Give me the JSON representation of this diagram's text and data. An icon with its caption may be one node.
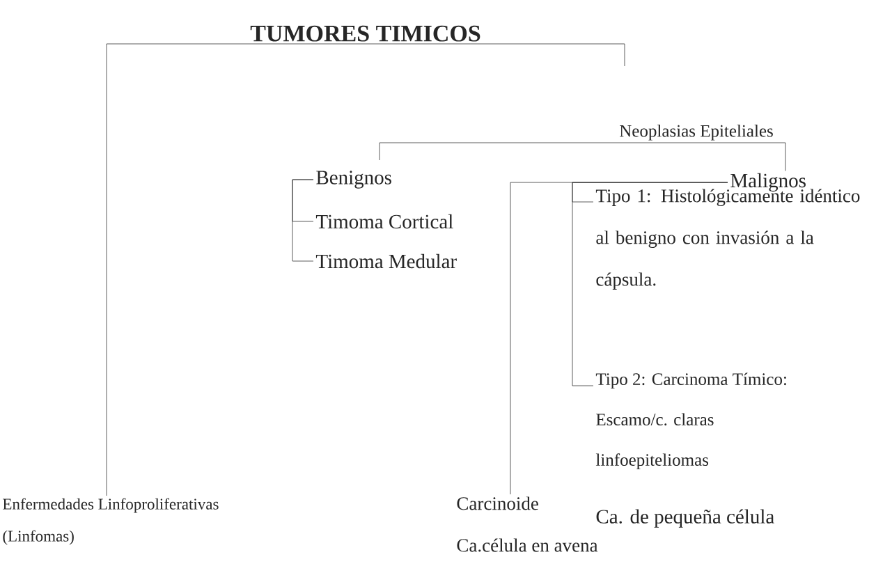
{
  "diagram": {
    "nodes": [
      {
        "text": [
          "TUMORES TIMICOS"
        ]
      },
      {
        "text": [
          "Enfermedades Linfoproliferativas (Linfomas)"
        ]
      },
      {
        "text": [
          "Neoplasias Epiteliales"
        ]
      },
      {
        "text": [
          "Benignos"
        ]
      },
      {
        "text": [
          "Timoma Cortical"
        ]
      },
      {
        "text": [
          "Timoma Medular"
        ]
      },
      {
        "text": [
          "Malignos"
        ]
      },
      {
        "text": [
          "Tipo 1: Histológicamente idéntico al benigno con invasión a la cápsula."
        ]
      },
      {
        "text": [
          "Tipo 2: Carcinoma Tímico:",
          "Escamo/c. claras",
          "linfoepiteliomas"
        ]
      },
      {
        "text": [
          "Carcinoide"
        ]
      }
    ],
    "edges": [
      {
        "from": 0,
        "to": 1,
        "arrow": "none"
      },
      {
        "from": 0,
        "to": 2,
        "arrow": "none"
      },
      {
        "from": 2,
        "to": 3,
        "arrow": "none"
      },
      {
        "from": 2,
        "to": 6,
        "arrow": "none"
      },
      {
        "from": 3,
        "to": 4,
        "arrow": "none"
      },
      {
        "from": 3,
        "to": 5,
        "arrow": "none"
      },
      {
        "from": 6,
        "to": 7,
        "arrow": "none"
      },
      {
        "from": 6,
        "to": 8,
        "arrow": "none"
      },
      {
        "from": 6,
        "to": 9,
        "arrow": "none"
      }
    ],
    "labels": [
      "Ca. de pequeña célula",
      "Ca.célula en avena"
    ]
  }
}
